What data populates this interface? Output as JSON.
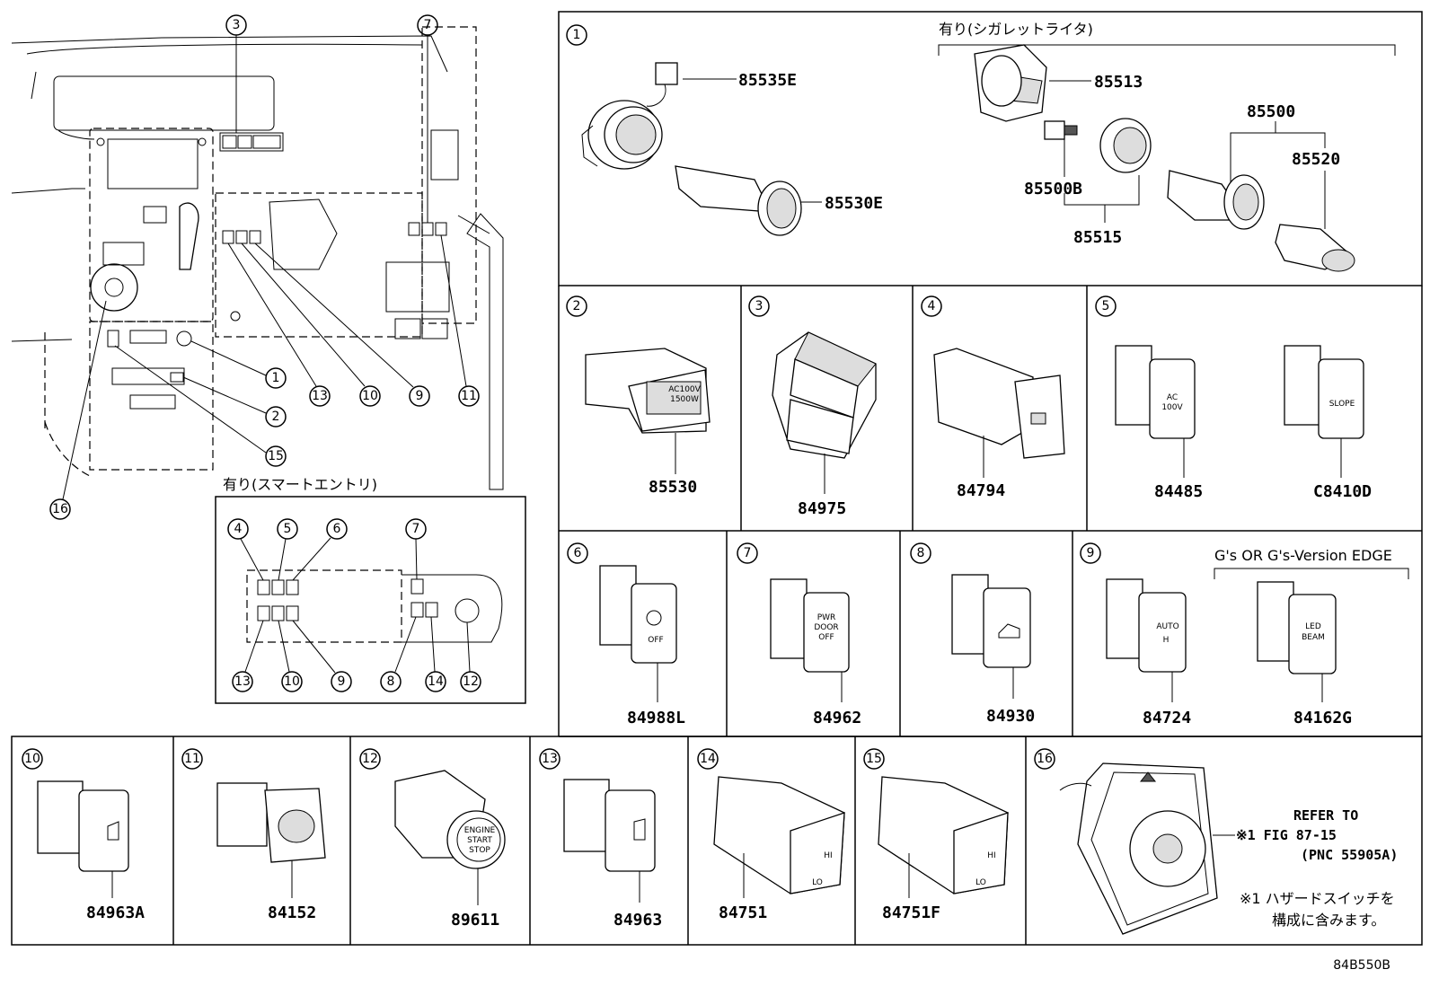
{
  "diagram_id": "84B550B",
  "panels": [
    {
      "num": "1",
      "header": "有り(シガレットライタ)",
      "parts": [
        "85535E",
        "85530E",
        "85513",
        "85500",
        "85500B",
        "85520",
        "85515"
      ]
    },
    {
      "num": "2",
      "parts": [
        "85530"
      ],
      "face_text": [
        "AC100V",
        "1500W"
      ]
    },
    {
      "num": "3",
      "parts": [
        "84975"
      ]
    },
    {
      "num": "4",
      "parts": [
        "84794"
      ]
    },
    {
      "num": "5",
      "parts": [
        "84485",
        "C8410D"
      ],
      "face_text": [
        "AC",
        "100V",
        "SLOPE"
      ]
    },
    {
      "num": "6",
      "parts": [
        "84988L"
      ],
      "face_text": [
        "OFF"
      ]
    },
    {
      "num": "7",
      "parts": [
        "84962"
      ],
      "face_text": [
        "PWR",
        "DOOR",
        "OFF"
      ]
    },
    {
      "num": "8",
      "parts": [
        "84930"
      ]
    },
    {
      "num": "9",
      "header": "G's OR G's-Version EDGE",
      "parts": [
        "84724",
        "84162G"
      ],
      "face_text": [
        "AUTO",
        "H",
        "LED",
        "BEAM"
      ]
    },
    {
      "num": "10",
      "parts": [
        "84963A"
      ]
    },
    {
      "num": "11",
      "parts": [
        "84152"
      ]
    },
    {
      "num": "12",
      "parts": [
        "89611"
      ],
      "face_text": [
        "ENGINE",
        "START",
        "STOP"
      ]
    },
    {
      "num": "13",
      "parts": [
        "84963"
      ]
    },
    {
      "num": "14",
      "parts": [
        "84751"
      ],
      "face_text": [
        "HI",
        "LO"
      ]
    },
    {
      "num": "15",
      "parts": [
        "84751F"
      ],
      "face_text": [
        "HI",
        "LO"
      ]
    },
    {
      "num": "16",
      "refer": [
        "REFER TO",
        "※1 FIG 87-15",
        "(PNC 55905A)"
      ],
      "note": [
        "※1 ハザードスイッチを",
        "構成に含みます。"
      ]
    }
  ],
  "overview": {
    "callouts_top": [
      "3",
      "7"
    ],
    "callouts_right": [
      "1",
      "2",
      "15"
    ],
    "callouts_bottom": [
      "13",
      "10",
      "9",
      "11"
    ],
    "callout_left": "16"
  },
  "inset": {
    "header": "有り(スマートエントリ)",
    "callouts_top": [
      "4",
      "5",
      "6",
      "7"
    ],
    "callouts_bottom": [
      "13",
      "10",
      "9",
      "8",
      "14",
      "12"
    ]
  }
}
